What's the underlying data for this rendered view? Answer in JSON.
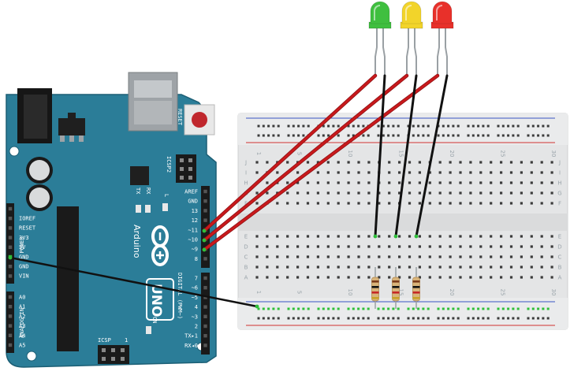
{
  "board": {
    "brand": "Arduino",
    "model": "UNO",
    "reset_label": "RESET",
    "icsp_label": "ICSP",
    "icsp2_label": "ICSP2",
    "on_label": "ON",
    "tx_label": "TX",
    "rx_label": "RX",
    "l_label": "L",
    "digital_label": "DIGITAL (PWM~)",
    "power_label": "POWER",
    "analog_label": "ANALOG IN",
    "icsp_pin1": "1",
    "power_pins": [
      "IOREF",
      "RESET",
      "3V3",
      "5V",
      "GND",
      "GND",
      "VIN"
    ],
    "analog_pins": [
      "A0",
      "A1",
      "A2",
      "A3",
      "A4",
      "A5"
    ],
    "digital_pins_top": [
      "AREF",
      "GND",
      "13",
      "12",
      "~11",
      "~10",
      "~9",
      "8"
    ],
    "digital_pins_bottom": [
      "7",
      "~6",
      "~5",
      "4",
      "~3",
      "2",
      "TX▸1",
      "RX◂0"
    ]
  },
  "breadboard": {
    "col_numbers": [
      "1",
      "5",
      "10",
      "15",
      "20",
      "25",
      "30"
    ],
    "row_letters_top": [
      "J",
      "I",
      "H",
      "G",
      "F"
    ],
    "row_letters_bottom": [
      "E",
      "D",
      "C",
      "B",
      "A"
    ]
  },
  "leds": [
    {
      "color_name": "green",
      "color": "#3fbf3f"
    },
    {
      "color_name": "yellow",
      "color": "#f2d42a"
    },
    {
      "color_name": "red",
      "color": "#e8302a"
    }
  ],
  "colors": {
    "board": "#2a7d99",
    "board_dark": "#1d5f77",
    "wire_red": "#c8191c",
    "wire_black": "#1a1a1a",
    "breadboard": "#e6e7e8"
  }
}
